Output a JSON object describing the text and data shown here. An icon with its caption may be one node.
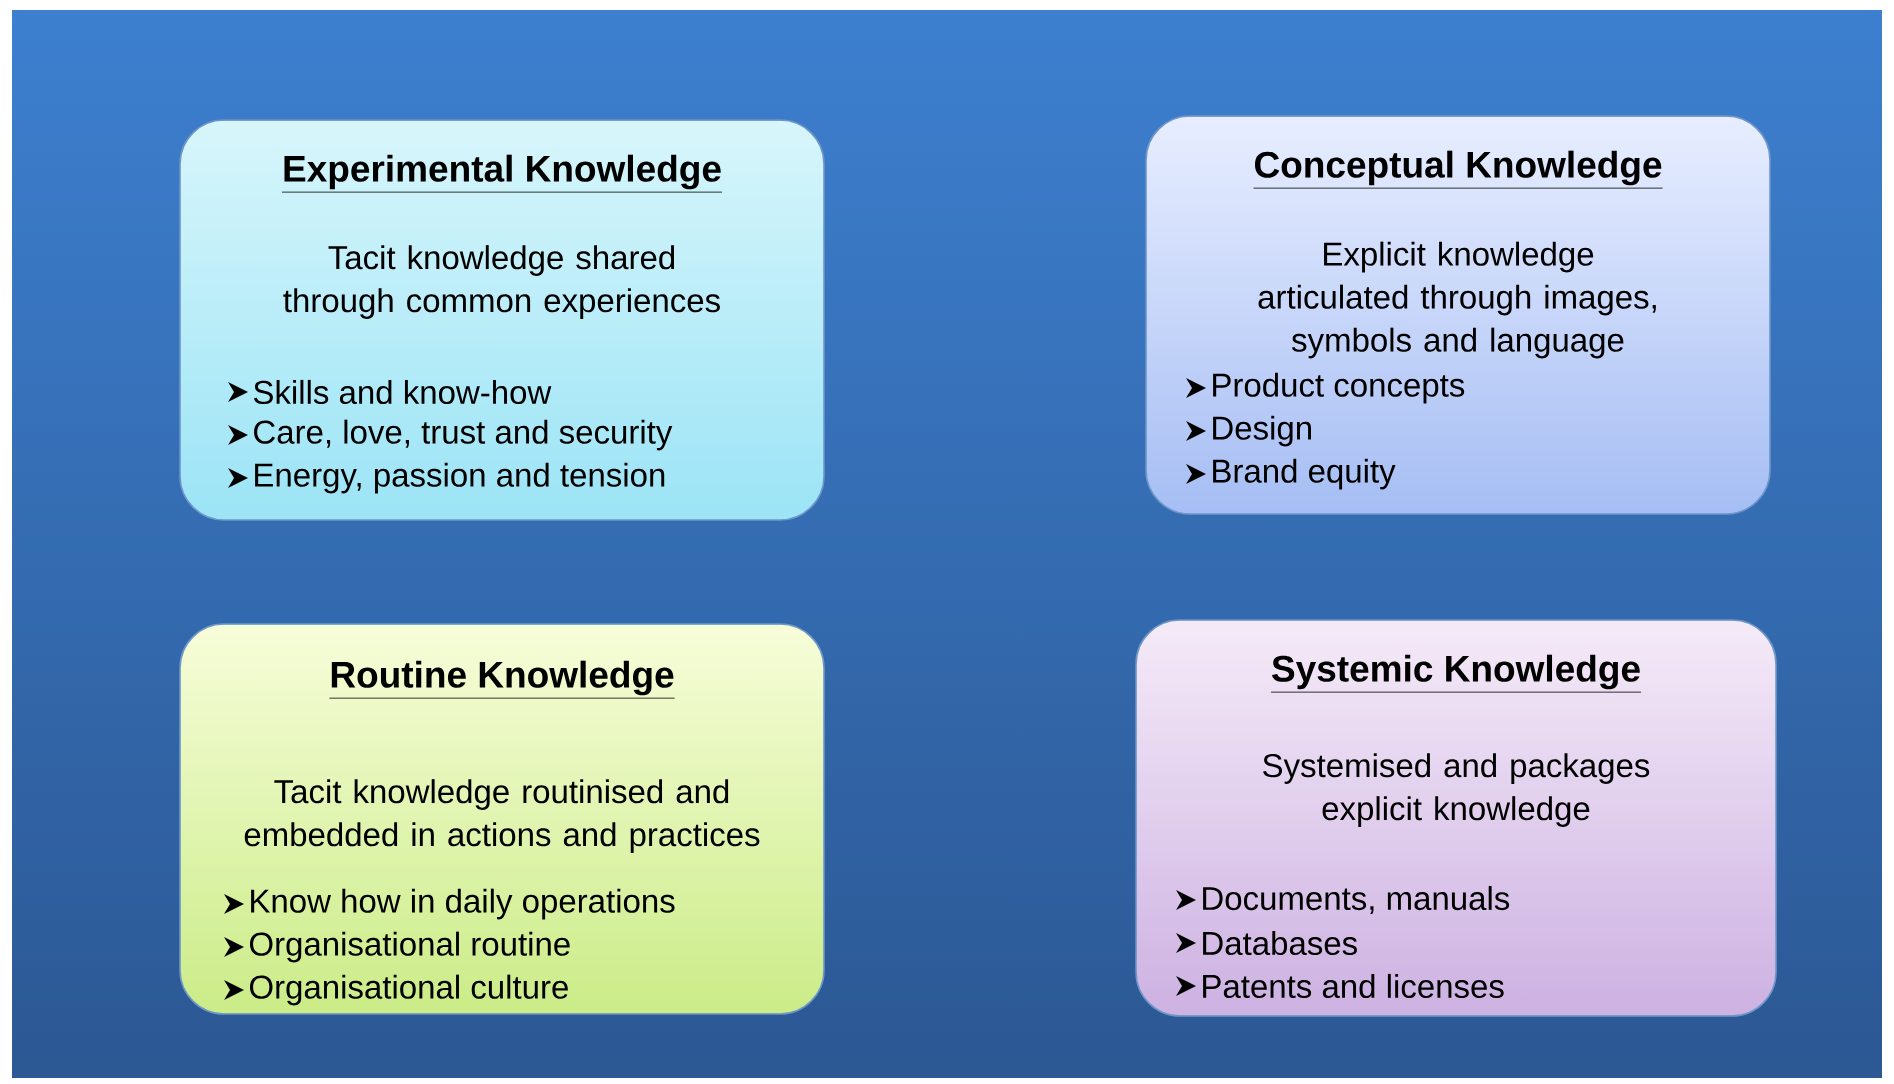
{
  "diagram": {
    "nodes": [
      {
        "text": [
          "Experimental Knowledge",
          "Tacit knowledge shared through common experiences",
          "Skills and know-how",
          "Care, love, trust and security",
          "Energy, passion and tension"
        ]
      },
      {
        "text": [
          "Conceptual Knowledge",
          "Explicit knowledge articulated through images, symbols and language",
          "Product concepts",
          "Design",
          "Brand equity"
        ]
      },
      {
        "text": [
          "Routine Knowledge",
          "Tacit knowledge routinised and embedded in actions and practices",
          "Know how in daily operations",
          "Organisational routine",
          "Organisational culture"
        ]
      },
      {
        "text": [
          "Systemic Knowledge",
          "Systemised and packages explicit knowledge",
          "Documents, manuals",
          "Databases",
          "Patents and licenses"
        ]
      }
    ]
  }
}
